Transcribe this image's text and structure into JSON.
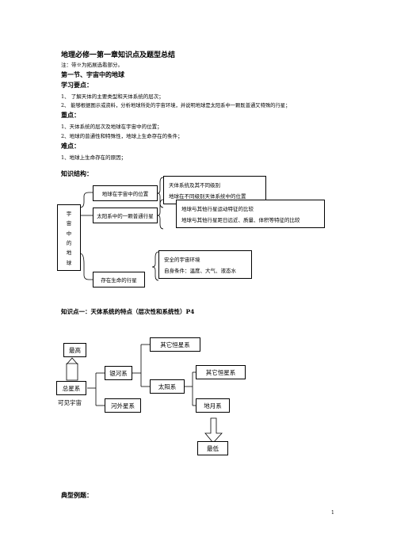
{
  "doc": {
    "title": "地理必修一第一章知识点及题型总结",
    "note": "注：带※为拓展选看部分。",
    "section1": "第一节、宇宙中的地球",
    "learn_points_heading": "学习要点：",
    "learn_points": [
      "1、 了解天体的主要类型和天体系统的层次；",
      "2、 能够根据图示或资料，分析地球所处的宇宙环境，并说明地球是太阳系中一颗既普通又特殊的行星；"
    ],
    "key_heading": "重点：",
    "key_points": [
      "1、天体系统的层次及地球在宇宙中的位置；",
      "2、地球的普通性和特殊性，地球上生命存在的条件；"
    ],
    "difficult_heading": "难点：",
    "difficult_points": [
      "1、地球上生命存在的原因；"
    ],
    "structure_heading": "知识结构：",
    "knowledge_point1": "知识点一：天体系统的特点（层次性和系统性）P4",
    "examples_heading": "典型例题：",
    "page_number": "1"
  },
  "structure": {
    "root_chars": [
      "宇",
      "宙",
      "中",
      "的",
      "地",
      "球"
    ],
    "branches": [
      {
        "label": "地球在宇宙中的位置",
        "details": [
          "天体系统及其不同级别",
          "地球在不同级别天体系统中的位置"
        ]
      },
      {
        "label": "太阳系中的一颗普通行星",
        "details": [
          "地球与其他行星运动特征的比较",
          "地球与其他行星距日远近、质量、体积等特征的比较"
        ]
      },
      {
        "label": "存在生命的行星",
        "details": [
          "安全的宇宙环境",
          "自身条件：温度、大气、液态水"
        ]
      }
    ]
  },
  "hierarchy": {
    "highest": "最高",
    "lowest": "最低",
    "total": "总星系",
    "observable": "可见宇宙",
    "galaxy": "银河系",
    "other_galaxies": "河外星系",
    "other_stars_1": "其它恒星系",
    "solar_system": "太阳系",
    "other_stars_2": "其它恒星系",
    "earth_moon": "地月系"
  }
}
